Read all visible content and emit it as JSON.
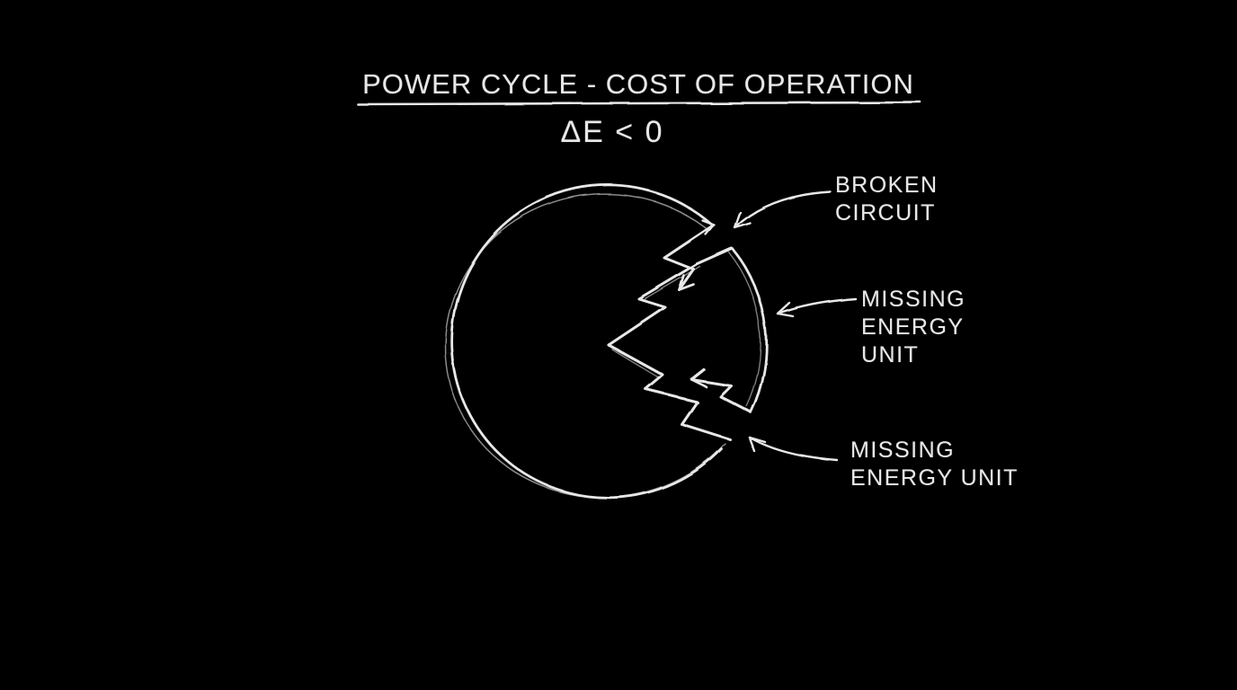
{
  "colors": {
    "background": "#000000",
    "chalk": "#e8e8e8"
  },
  "title": "POWER CYCLE - COST OF OPERATION",
  "equation": "ΔE < 0",
  "annotations": {
    "broken_circuit": {
      "lines": [
        "BROKEN",
        "CIRCUIT"
      ]
    },
    "missing_energy_unit_side": {
      "lines": [
        "MISSING",
        "ENERGY",
        "UNIT"
      ]
    },
    "missing_energy_unit_bottom": {
      "lines": [
        "MISSING",
        "ENERGY UNIT"
      ]
    }
  }
}
